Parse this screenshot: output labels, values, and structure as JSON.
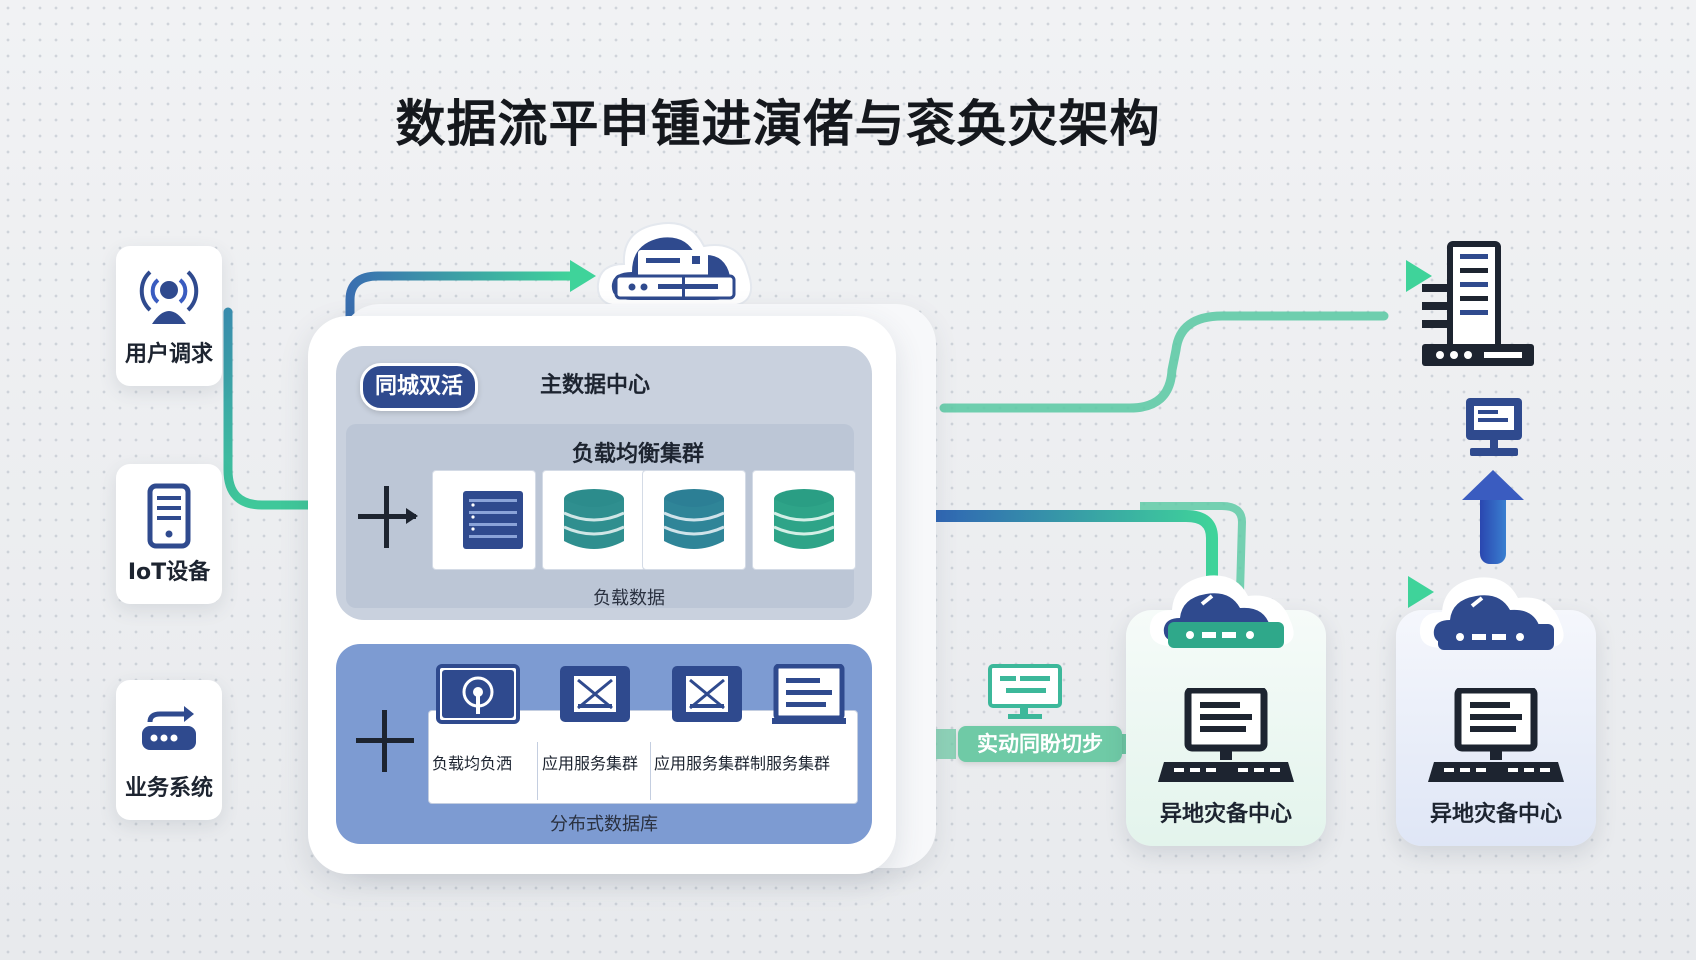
{
  "title": "数据流平申锺进演偖与衮奂灾架构",
  "sources": [
    {
      "label": "用户调求",
      "icon": "user-signal-icon"
    },
    {
      "label": "IoT设备",
      "icon": "mobile-device-icon"
    },
    {
      "label": "业务系统",
      "icon": "router-icon"
    }
  ],
  "main_center": {
    "badge": "同城双活",
    "title": "主数据中心",
    "lb_cluster": {
      "title": "负载均衡集群",
      "footer": "负载数据",
      "nodes": [
        "server-rack-icon",
        "database-icon",
        "database-icon",
        "database-icon"
      ]
    },
    "app_tier": {
      "labels": [
        "负载均负洒",
        "应用服务集群",
        "应用服务集群制服务集群"
      ],
      "footer": "分布式数据库",
      "icons": [
        "antenna-icon",
        "document-icon",
        "document-icon",
        "console-icon"
      ]
    }
  },
  "switch_label": "实动同盼切步",
  "dr_centers": [
    {
      "label": "异地灾备中心"
    },
    {
      "label": "异地灾备中心"
    }
  ],
  "colors": {
    "navy": "#2f4a8e",
    "teal": "#3cb89a",
    "blue_arrow": "#2d52b8",
    "dr_green_bg": "#e3f4ec",
    "dr_blue_bg": "#dfe6f6"
  }
}
